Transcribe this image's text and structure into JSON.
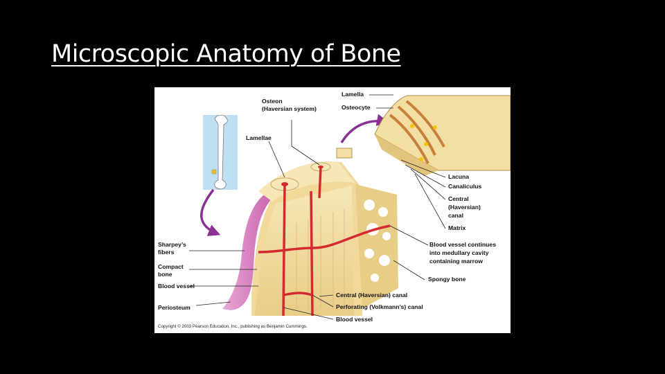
{
  "slide": {
    "title": "Microscopic Anatomy of Bone"
  },
  "figure": {
    "labels": {
      "lamella": "Lamella",
      "osteocyte": "Osteocyte",
      "osteon_1": "Osteon",
      "osteon_2": "(Haversian system)",
      "lamellae": "Lamellae",
      "lacuna": "Lacuna",
      "canaliculus": "Canaliculus",
      "central_1": "Central",
      "central_2": "(Haversian)",
      "central_3": "canal",
      "matrix": "Matrix",
      "bv_cont_1": "Blood vessel continues",
      "bv_cont_2": "into medullary cavity",
      "bv_cont_3": "containing marrow",
      "spongy": "Spongy bone",
      "central_bottom": "Central (Haversian) canal",
      "perforating": "Perforating (Volkmann’s) canal",
      "blood_vessel_bottom": "Blood vessel",
      "sharpeys_1": "Sharpey’s",
      "sharpeys_2": "fibers",
      "compact_1": "Compact",
      "compact_2": "bone",
      "blood_vessel_left": "Blood vessel",
      "periosteum": "Periosteum"
    },
    "copyright": "Copyright © 2003 Pearson Education, Inc., publishing as Benjamin Cummings.",
    "colors": {
      "bone": "#f3dfa4",
      "bone_shadow": "#e2c47c",
      "vessel": "#d42a2f",
      "periosteum": "#d98cc4",
      "arrow": "#8a2f95",
      "inset_bg": "#bfe0f2"
    }
  }
}
